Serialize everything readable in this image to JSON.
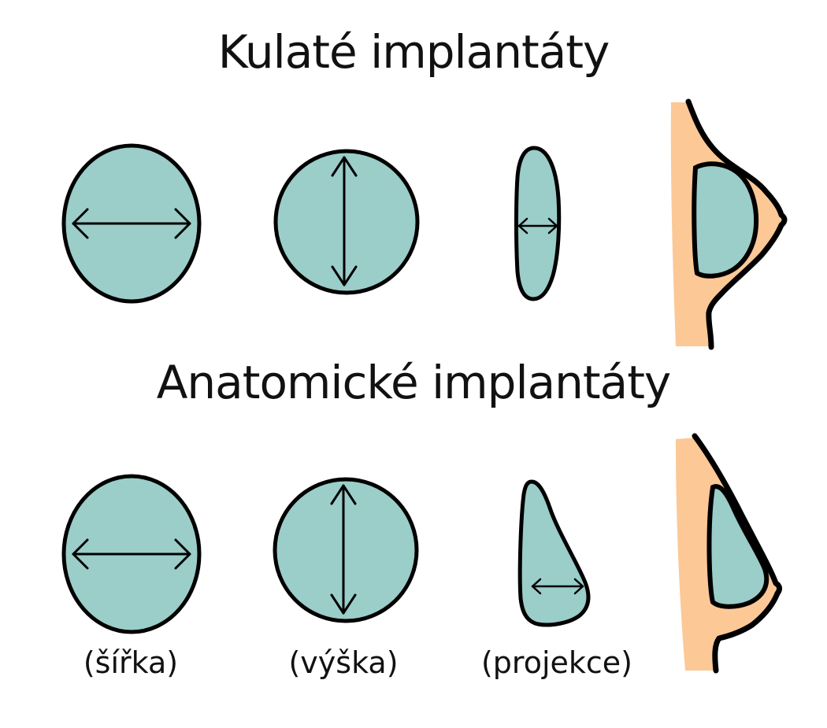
{
  "sections": {
    "round": {
      "title": "Kulaté implantáty"
    },
    "anatomical": {
      "title": "Anatomické implantáty"
    }
  },
  "axis_labels": {
    "width": "(šířka)",
    "height": "(výška)",
    "projection": "(projekce)"
  },
  "colors": {
    "implant": "#9bcdc9",
    "skin": "#fcc896",
    "outline": "#000000",
    "text": "#111111",
    "background": "#ffffff"
  }
}
